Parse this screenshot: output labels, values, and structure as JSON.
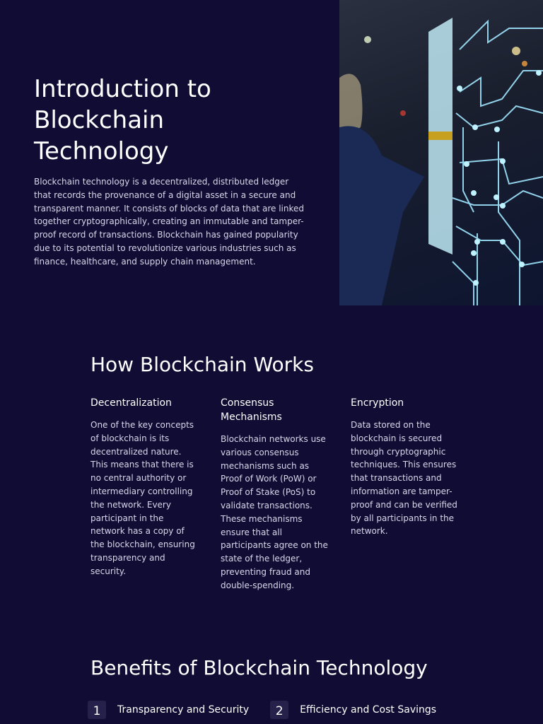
{
  "hero": {
    "title": "Introduction to Blockchain Technology",
    "text": "Blockchain technology is a decentralized, distributed ledger that records the provenance of a digital asset in a secure and transparent manner. It consists of blocks of data that are linked together cryptographically, creating an immutable and tamper-proof record of transactions. Blockchain has gained popularity due to its potential to revolutionize various industries such as finance, healthcare, and supply chain management.",
    "image": "woman-touching-circuit-screen"
  },
  "works": {
    "title": "How Blockchain Works",
    "columns": [
      {
        "title": "Decentralization",
        "text": "One of the key concepts of blockchain is its decentralized nature. This means that there is no central authority or intermediary controlling the network. Every participant in the network has a copy of the blockchain, ensuring transparency and security."
      },
      {
        "title": "Consensus Mechanisms",
        "text": "Blockchain networks use various consensus mechanisms such as Proof of Work (PoW) or Proof of Stake (PoS) to validate transactions. These mechanisms ensure that all participants agree on the state of the ledger, preventing fraud and double-spending."
      },
      {
        "title": "Encryption",
        "text": "Data stored on the blockchain is secured through cryptographic techniques. This ensures that transactions and information are tamper-proof and can be verified by all participants in the network."
      }
    ]
  },
  "benefits": {
    "title": "Benefits of Blockchain Technology",
    "items": [
      {
        "num": "1",
        "label": "Transparency and Security"
      },
      {
        "num": "2",
        "label": "Efficiency and Cost Savings"
      }
    ]
  },
  "colors": {
    "background": "#110c33",
    "badge": "#25214a",
    "circuit": "#9fe6ff"
  }
}
